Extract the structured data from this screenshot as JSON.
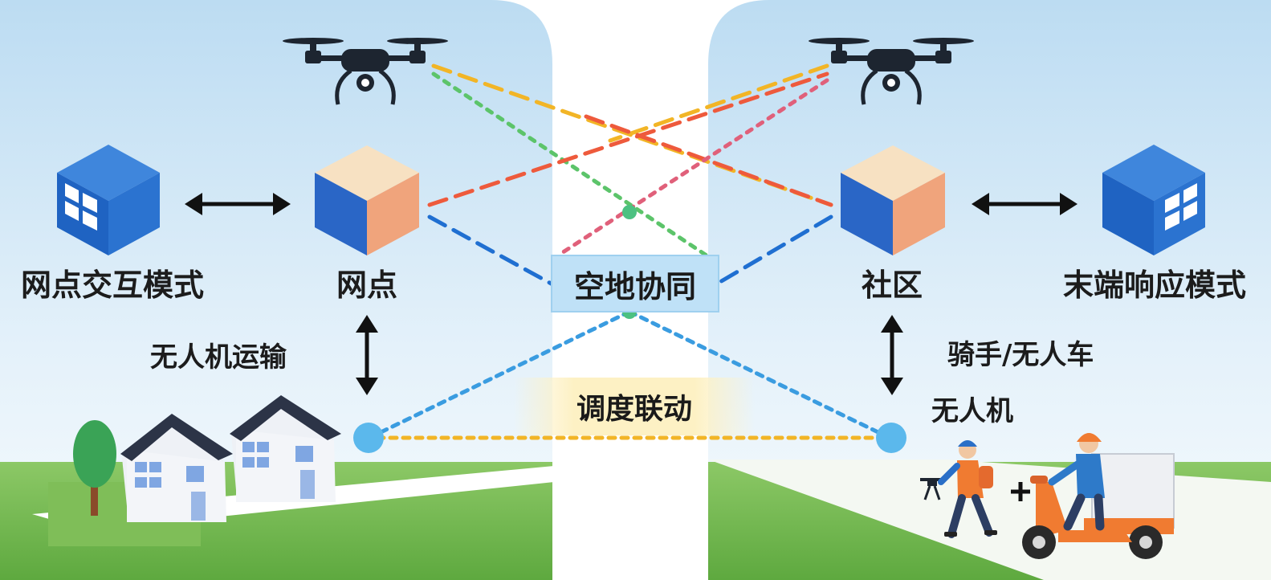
{
  "labels": {
    "left_mode": "网点交互模式",
    "left_node": "网点",
    "center": "空地协同",
    "right_node": "社区",
    "right_mode": "末端响应模式",
    "left_transport": "无人机运输",
    "right_rider": "骑手/无人车",
    "right_drone": "无人机",
    "dispatch": "调度联动"
  },
  "connection_colors": {
    "yellow": "#f2b526",
    "green": "#5cc46a",
    "red": "#ee5a3c",
    "pink": "#e0607a",
    "blue": "#1f6fd1",
    "light_blue": "#3a9ce0",
    "dot_blue": "#5bb8ec"
  },
  "icons": [
    "drone-icon",
    "server-cube-icon",
    "node-cube-icon",
    "house-icon",
    "tree-icon",
    "courier-icon",
    "scooter-icon",
    "double-arrow-icon"
  ]
}
